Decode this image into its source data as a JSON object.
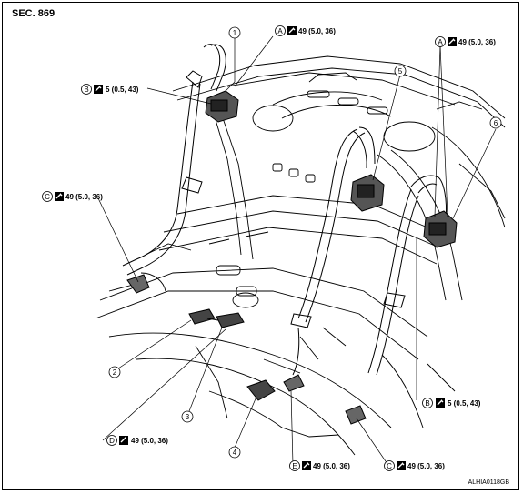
{
  "section_title": "SEC. 869",
  "image_code": "ALHIA0118GB",
  "part_numbers": [
    "1",
    "2",
    "3",
    "4",
    "5",
    "6"
  ],
  "torque_callouts": [
    {
      "letter": "A",
      "value": "49 (5.0, 36)"
    },
    {
      "letter": "B",
      "value": "5 (0.5, 43)"
    },
    {
      "letter": "C",
      "value": "49 (5.0, 36)"
    },
    {
      "letter": "A",
      "value": "49 (5.0, 36)"
    },
    {
      "letter": "D",
      "value": "49 (5.0, 36)"
    },
    {
      "letter": "B",
      "value": "5 (0.5, 43)"
    },
    {
      "letter": "E",
      "value": "49 (5.0, 36)"
    },
    {
      "letter": "C",
      "value": "49 (5.0, 36)"
    }
  ],
  "icons": [
    "torque-wrench-icon"
  ]
}
